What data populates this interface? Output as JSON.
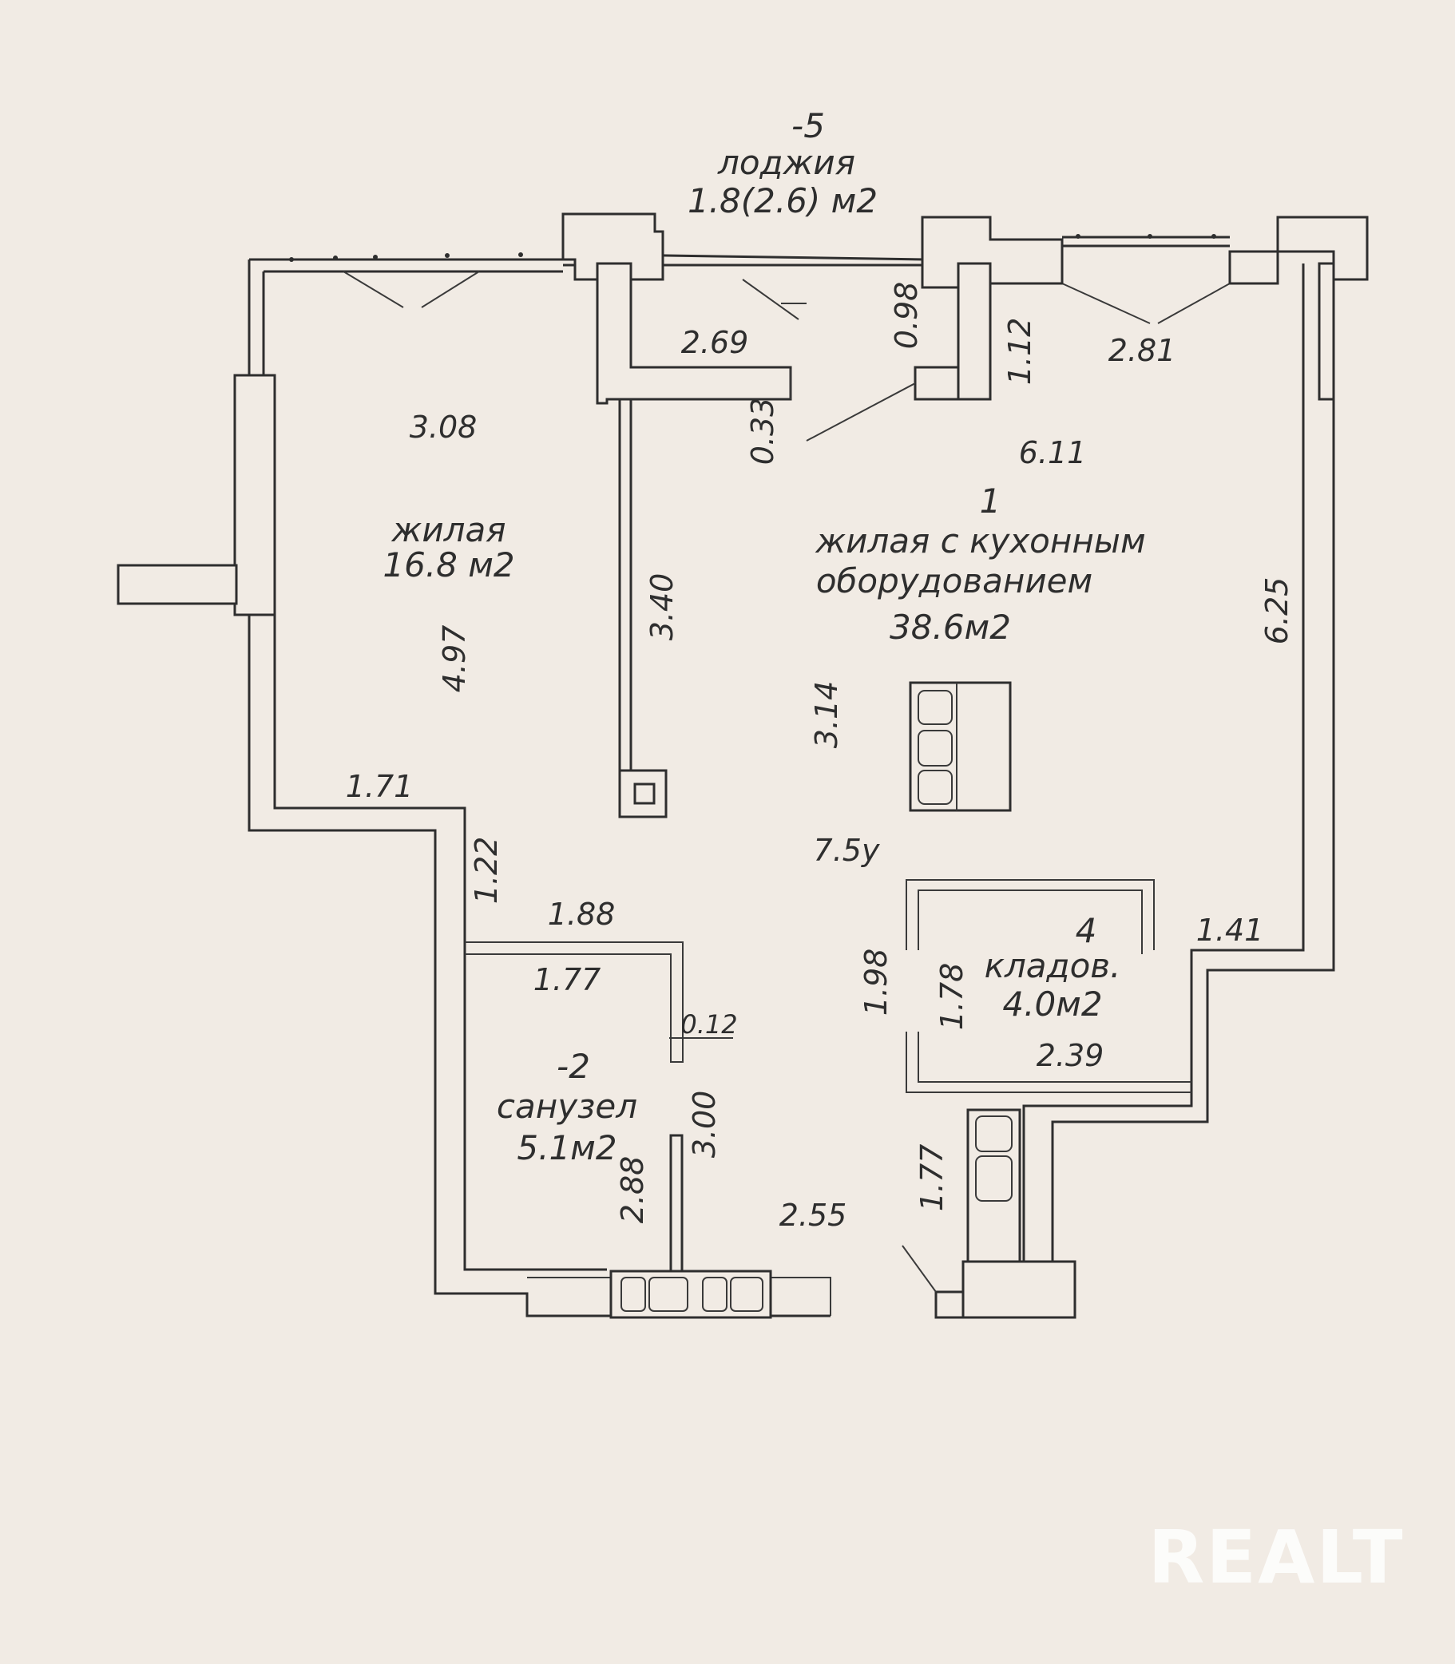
{
  "rooms": {
    "loggia": {
      "number": "-5",
      "name": "лоджия",
      "area": "1.8(2.6) м2"
    },
    "living": {
      "name": "жилая",
      "area": "16.8 м2"
    },
    "living_kitchen": {
      "number": "1",
      "name": "жилая с кухонным",
      "name2": "оборудованием",
      "area": "38.6м2"
    },
    "bathroom": {
      "number": "-2",
      "name": "санузел",
      "area": "5.1м2"
    },
    "storage": {
      "number": "4",
      "name": "кладов.",
      "area": "4.0м2"
    }
  },
  "dimensions": {
    "d_2_69": "2.69",
    "d_0_98": "0.98",
    "d_1_12": "1.12",
    "d_2_81": "2.81",
    "d_0_33": "0.33",
    "d_3_08": "3.08",
    "d_6_11": "6.11",
    "d_4_97": "4.97",
    "d_3_40": "3.40",
    "d_6_25": "6.25",
    "d_3_14": "3.14",
    "d_1_71": "1.71",
    "d_7_54": "7.5у",
    "d_1_22": "1.22",
    "d_1_88": "1.88",
    "d_1_77a": "1.77",
    "d_0_12": "0.12",
    "d_1_41": "1.41",
    "d_1_98": "1.98",
    "d_1_78": "1.78",
    "d_2_39": "2.39",
    "d_3_00": "3.00",
    "d_2_88": "2.88",
    "d_2_55": "2.55",
    "d_1_77b": "1.77"
  },
  "watermark": "REALT"
}
